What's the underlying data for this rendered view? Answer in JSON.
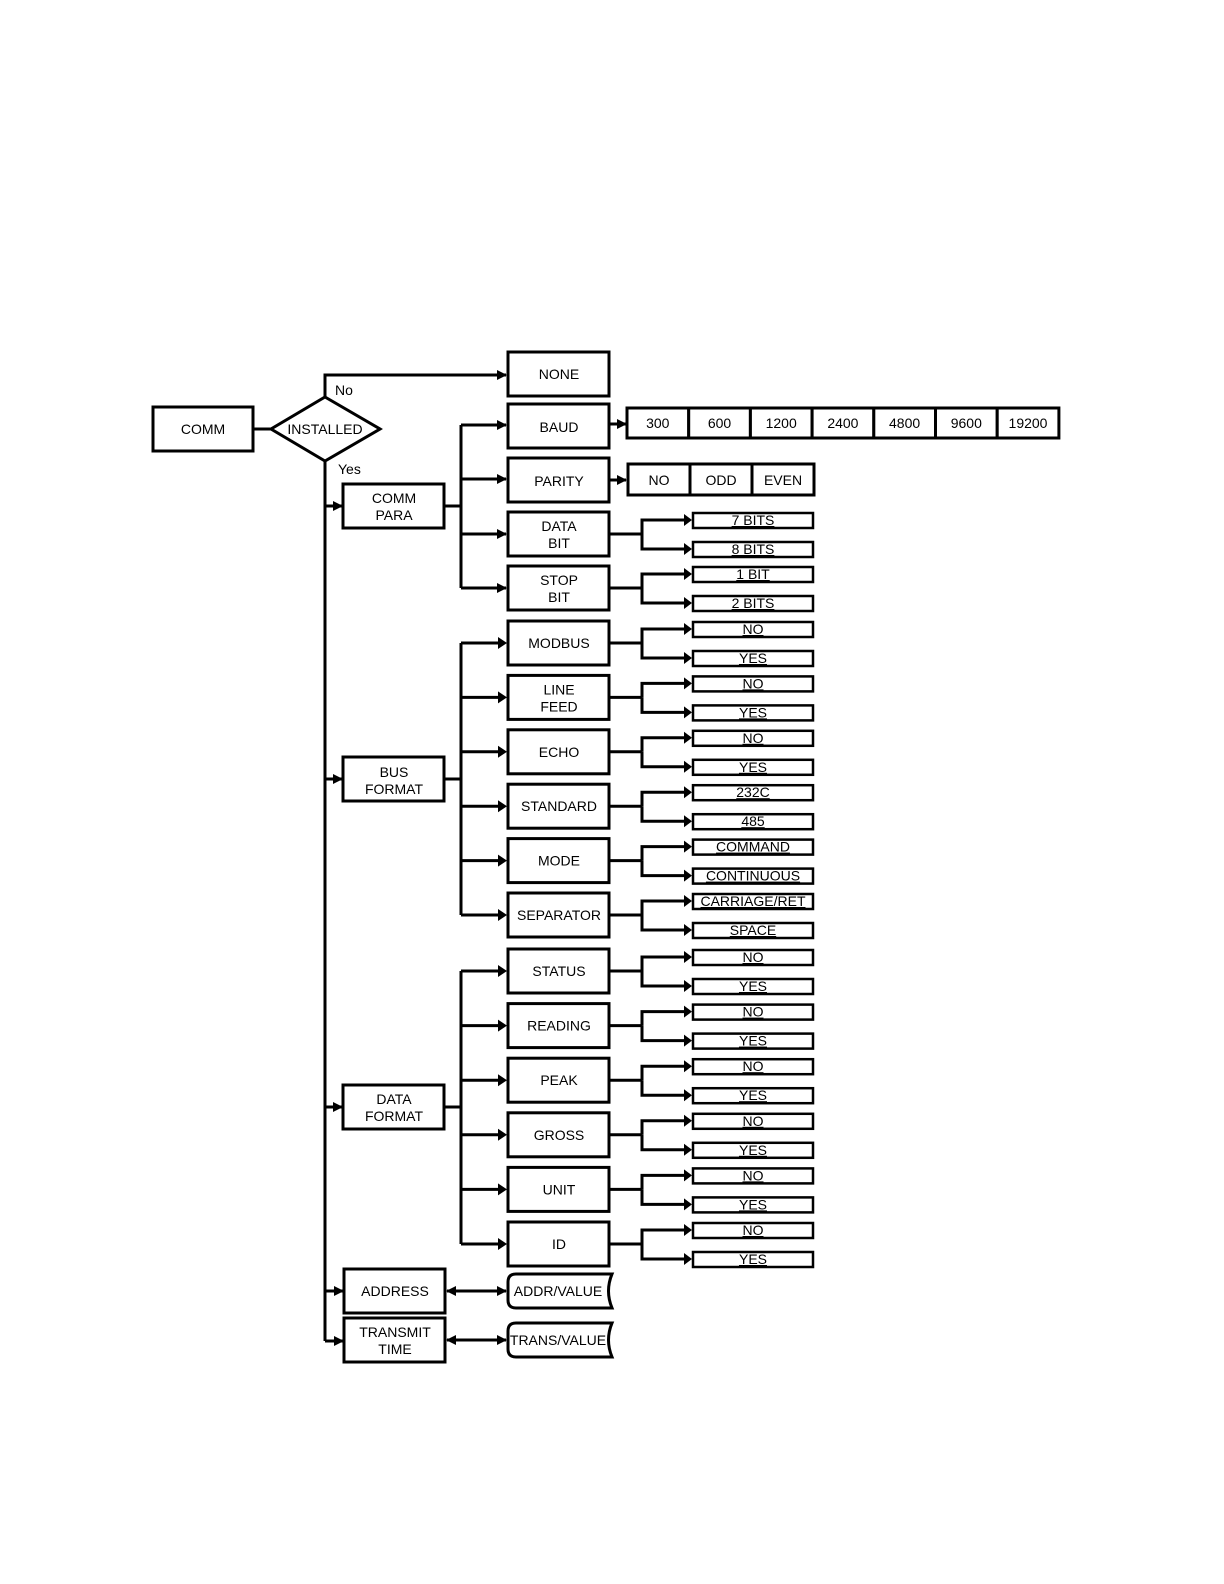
{
  "nodes": {
    "comm": "COMM",
    "installed": "INSTALLED",
    "label_no": "No",
    "label_yes": "Yes",
    "none": "NONE",
    "baud": "BAUD",
    "parity": "PARITY",
    "data_bit": [
      "DATA",
      "BIT"
    ],
    "stop_bit": [
      "STOP",
      "BIT"
    ],
    "comm_para": [
      "COMM",
      "PARA"
    ],
    "bus_format": [
      "BUS",
      "FORMAT"
    ],
    "data_format": [
      "DATA",
      "FORMAT"
    ],
    "address": "ADDRESS",
    "transmit_time": [
      "TRANSMIT",
      "TIME"
    ],
    "addr_value": "ADDR/VALUE",
    "trans_value": "TRANS/VALUE"
  },
  "baud_options": [
    "300",
    "600",
    "1200",
    "2400",
    "4800",
    "9600",
    "19200"
  ],
  "parity_options": [
    "NO",
    "ODD",
    "EVEN"
  ],
  "comm_branches": [
    {
      "key": "data_bit",
      "options": [
        "7 BITS",
        "8 BITS"
      ]
    },
    {
      "key": "stop_bit",
      "options": [
        "1 BIT",
        "2 BITS"
      ]
    }
  ],
  "bus_items": [
    {
      "label": [
        "MODBUS"
      ],
      "options": [
        "NO",
        "YES"
      ]
    },
    {
      "label": [
        "LINE",
        "FEED"
      ],
      "options": [
        "NO",
        "YES"
      ]
    },
    {
      "label": [
        "ECHO"
      ],
      "options": [
        "NO",
        "YES"
      ]
    },
    {
      "label": [
        "STANDARD"
      ],
      "options": [
        "232C",
        "485"
      ]
    },
    {
      "label": [
        "MODE"
      ],
      "options": [
        "COMMAND",
        "CONTINUOUS"
      ]
    },
    {
      "label": [
        "SEPARATOR"
      ],
      "options": [
        "CARRIAGE/RET",
        "SPACE"
      ]
    }
  ],
  "data_items": [
    {
      "label": [
        "STATUS"
      ],
      "options": [
        "NO",
        "YES"
      ]
    },
    {
      "label": [
        "READING"
      ],
      "options": [
        "NO",
        "YES"
      ]
    },
    {
      "label": [
        "PEAK"
      ],
      "options": [
        "NO",
        "YES"
      ]
    },
    {
      "label": [
        "GROSS"
      ],
      "options": [
        "NO",
        "YES"
      ]
    },
    {
      "label": [
        "UNIT"
      ],
      "options": [
        "NO",
        "YES"
      ]
    },
    {
      "label": [
        "ID"
      ],
      "options": [
        "NO",
        "YES"
      ]
    }
  ]
}
